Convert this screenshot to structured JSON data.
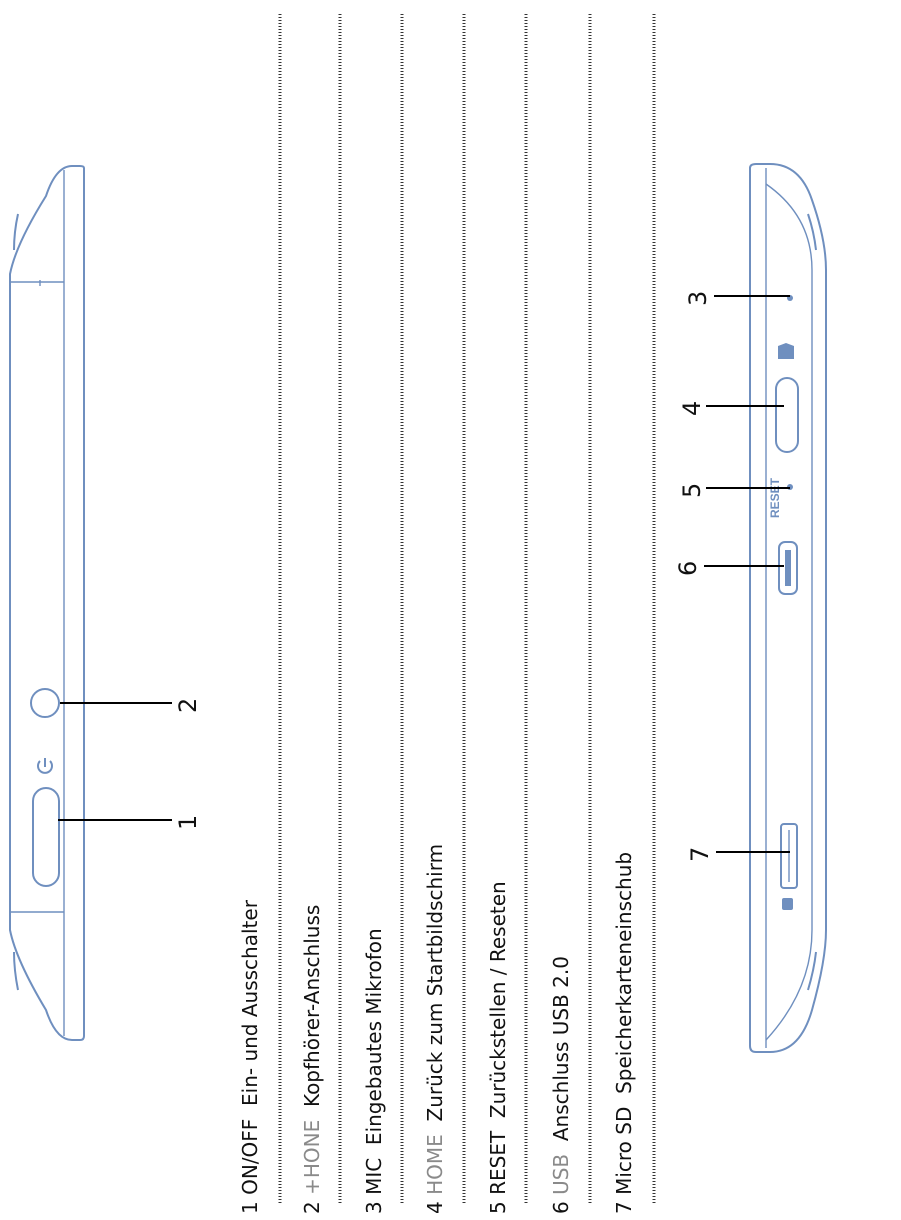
{
  "legend": [
    {
      "num": "1",
      "code": "ON/OFF",
      "code_grey": false,
      "desc": "Ein- und Ausschalter"
    },
    {
      "num": "2",
      "code": "+HONE",
      "code_grey": true,
      "desc": "Kopfhörer-Anschluss"
    },
    {
      "num": "3",
      "code": "MIC",
      "code_grey": false,
      "desc": "Eingebautes Mikrofon"
    },
    {
      "num": "4",
      "code": "HOME",
      "code_grey": true,
      "desc": "Zurück zum Startbildschirm"
    },
    {
      "num": "5",
      "code": "RESET",
      "code_grey": false,
      "desc": "Zurückstellen / Reseten"
    },
    {
      "num": "6",
      "code": "USB",
      "code_grey": true,
      "desc": "Anschluss USB 2.0"
    },
    {
      "num": "7",
      "code": "Micro SD",
      "code_grey": false,
      "desc": "Speicherkarteneinschub"
    }
  ],
  "callouts": {
    "c1": "1",
    "c2": "2",
    "c3": "3",
    "c4": "4",
    "c5": "5",
    "c6": "6",
    "c7": "7"
  },
  "device_labels": {
    "reset": "RESET"
  },
  "colors": {
    "device_outline": "#6f8fbf"
  }
}
